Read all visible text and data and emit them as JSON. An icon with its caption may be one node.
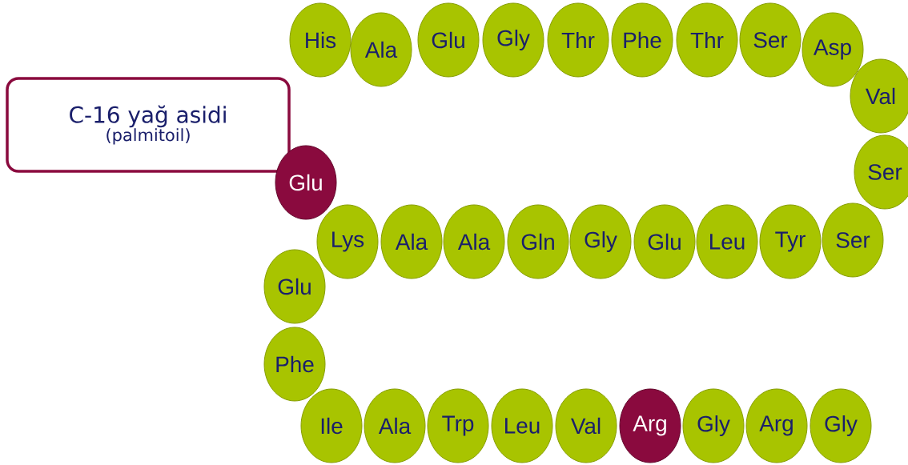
{
  "diagram": {
    "nodes": [
      {
        "text": [
          "C-16 yağ asidi",
          "(palmitoil)"
        ]
      },
      {
        "text": [
          "His"
        ]
      },
      {
        "text": [
          "Ala"
        ]
      },
      {
        "text": [
          "Glu"
        ]
      },
      {
        "text": [
          "Gly"
        ]
      },
      {
        "text": [
          "Thr"
        ]
      },
      {
        "text": [
          "Phe"
        ]
      },
      {
        "text": [
          "Thr"
        ]
      },
      {
        "text": [
          "Ser"
        ]
      },
      {
        "text": [
          "Asp"
        ]
      },
      {
        "text": [
          "Val"
        ]
      },
      {
        "text": [
          "Ser"
        ]
      },
      {
        "text": [
          "Ser"
        ]
      },
      {
        "text": [
          "Tyr"
        ]
      },
      {
        "text": [
          "Leu"
        ]
      },
      {
        "text": [
          "Glu"
        ]
      },
      {
        "text": [
          "Gly"
        ]
      },
      {
        "text": [
          "Gln"
        ]
      },
      {
        "text": [
          "Ala"
        ]
      },
      {
        "text": [
          "Ala"
        ]
      },
      {
        "text": [
          "Lys"
        ]
      },
      {
        "text": [
          "Glu"
        ]
      },
      {
        "text": [
          "Glu"
        ]
      },
      {
        "text": [
          "Phe"
        ]
      },
      {
        "text": [
          "Ile"
        ]
      },
      {
        "text": [
          "Ala"
        ]
      },
      {
        "text": [
          "Trp"
        ]
      },
      {
        "text": [
          "Leu"
        ]
      },
      {
        "text": [
          "Val"
        ]
      },
      {
        "text": [
          "Arg"
        ]
      },
      {
        "text": [
          "Gly"
        ]
      },
      {
        "text": [
          "Arg"
        ]
      },
      {
        "text": [
          "Gly"
        ]
      }
    ]
  }
}
